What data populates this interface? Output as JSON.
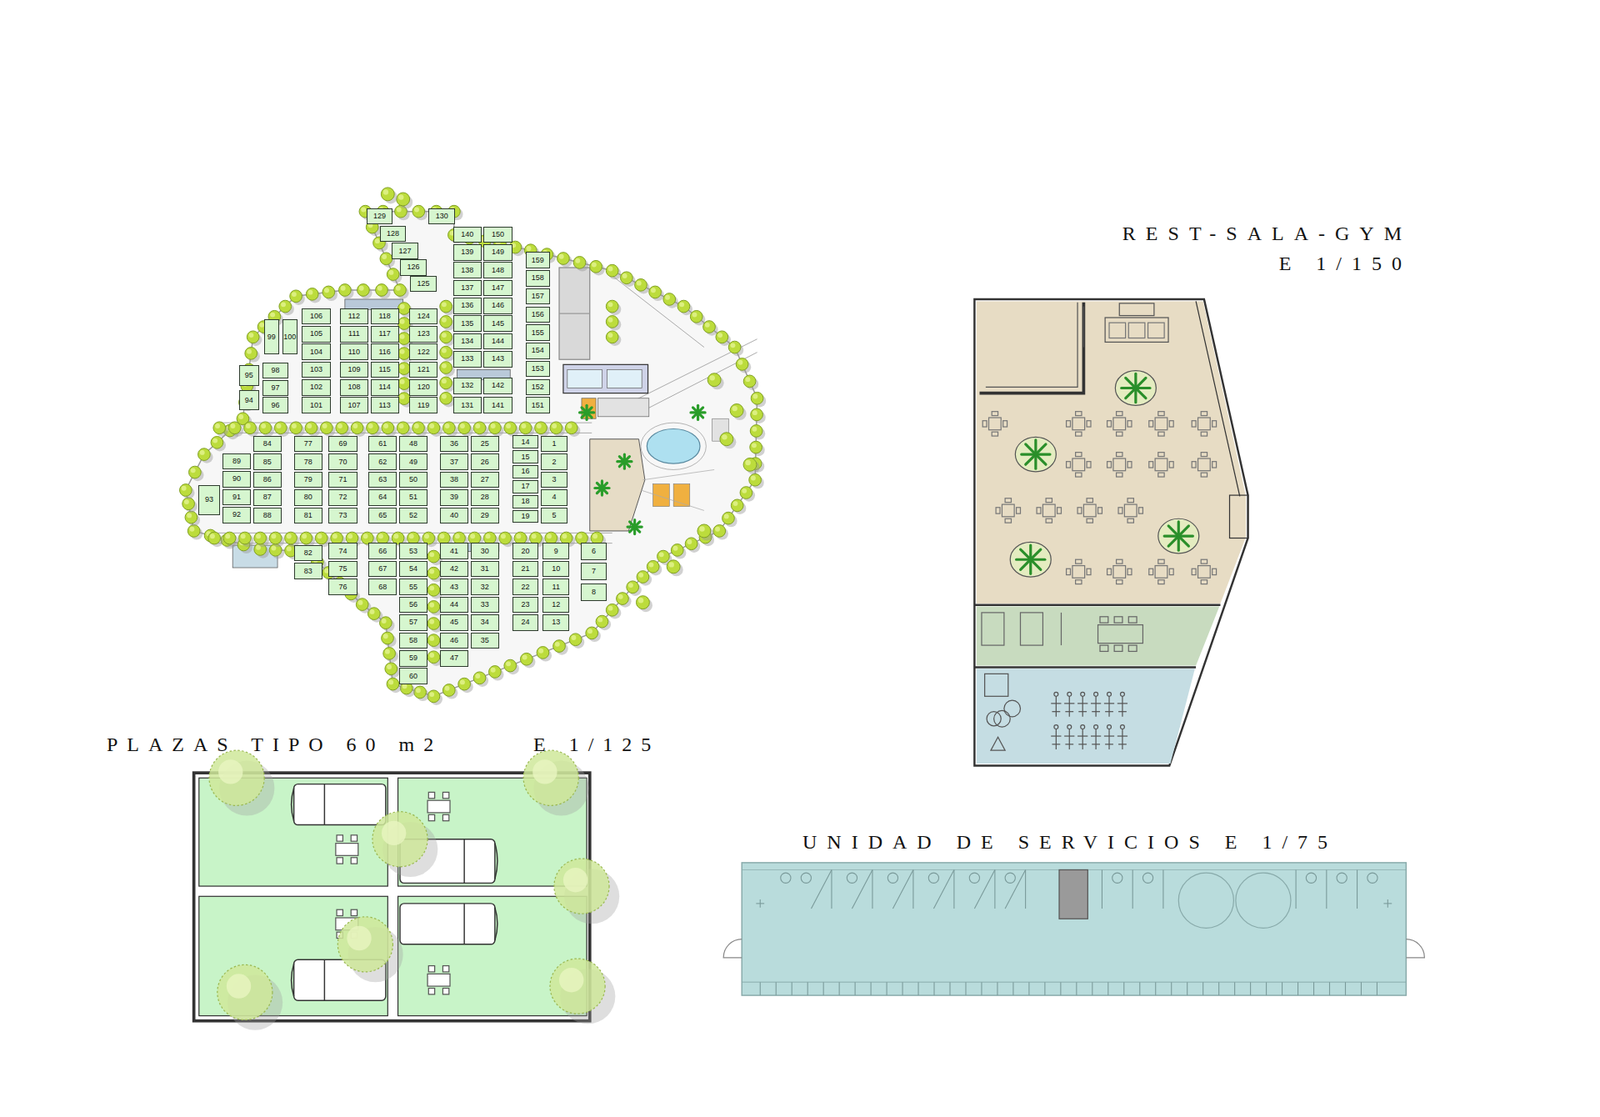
{
  "diagram": {
    "nodes": [
      {
        "text": [
          "1"
        ]
      },
      {
        "text": [
          "2"
        ]
      },
      {
        "text": [
          "3"
        ]
      },
      {
        "text": [
          "4"
        ]
      },
      {
        "text": [
          "5"
        ]
      },
      {
        "text": [
          "6"
        ]
      },
      {
        "text": [
          "7"
        ]
      },
      {
        "text": [
          "8"
        ]
      },
      {
        "text": [
          "9"
        ]
      },
      {
        "text": [
          "10"
        ]
      },
      {
        "text": [
          "11"
        ]
      },
      {
        "text": [
          "12"
        ]
      },
      {
        "text": [
          "13"
        ]
      },
      {
        "text": [
          "14"
        ]
      },
      {
        "text": [
          "15"
        ]
      },
      {
        "text": [
          "16"
        ]
      },
      {
        "text": [
          "17"
        ]
      },
      {
        "text": [
          "18"
        ]
      },
      {
        "text": [
          "19"
        ]
      },
      {
        "text": [
          "20"
        ]
      },
      {
        "text": [
          "21"
        ]
      },
      {
        "text": [
          "22"
        ]
      },
      {
        "text": [
          "23"
        ]
      },
      {
        "text": [
          "24"
        ]
      },
      {
        "text": [
          "25"
        ]
      },
      {
        "text": [
          "26"
        ]
      },
      {
        "text": [
          "27"
        ]
      },
      {
        "text": [
          "28"
        ]
      },
      {
        "text": [
          "29"
        ]
      },
      {
        "text": [
          "30"
        ]
      },
      {
        "text": [
          "31"
        ]
      },
      {
        "text": [
          "32"
        ]
      },
      {
        "text": [
          "33"
        ]
      },
      {
        "text": [
          "34"
        ]
      },
      {
        "text": [
          "35"
        ]
      },
      {
        "text": [
          "36"
        ]
      },
      {
        "text": [
          "37"
        ]
      },
      {
        "text": [
          "38"
        ]
      },
      {
        "text": [
          "39"
        ]
      },
      {
        "text": [
          "40"
        ]
      },
      {
        "text": [
          "41"
        ]
      },
      {
        "text": [
          "42"
        ]
      },
      {
        "text": [
          "43"
        ]
      },
      {
        "text": [
          "44"
        ]
      },
      {
        "text": [
          "45"
        ]
      },
      {
        "text": [
          "46"
        ]
      },
      {
        "text": [
          "47"
        ]
      },
      {
        "text": [
          "48"
        ]
      },
      {
        "text": [
          "49"
        ]
      },
      {
        "text": [
          "50"
        ]
      },
      {
        "text": [
          "51"
        ]
      },
      {
        "text": [
          "52"
        ]
      },
      {
        "text": [
          "53"
        ]
      },
      {
        "text": [
          "54"
        ]
      },
      {
        "text": [
          "55"
        ]
      },
      {
        "text": [
          "56"
        ]
      },
      {
        "text": [
          "57"
        ]
      },
      {
        "text": [
          "58"
        ]
      },
      {
        "text": [
          "59"
        ]
      },
      {
        "text": [
          "60"
        ]
      },
      {
        "text": [
          "61"
        ]
      },
      {
        "text": [
          "62"
        ]
      },
      {
        "text": [
          "63"
        ]
      },
      {
        "text": [
          "64"
        ]
      },
      {
        "text": [
          "65"
        ]
      },
      {
        "text": [
          "66"
        ]
      },
      {
        "text": [
          "67"
        ]
      },
      {
        "text": [
          "68"
        ]
      },
      {
        "text": [
          "69"
        ]
      },
      {
        "text": [
          "70"
        ]
      },
      {
        "text": [
          "71"
        ]
      },
      {
        "text": [
          "72"
        ]
      },
      {
        "text": [
          "73"
        ]
      },
      {
        "text": [
          "74"
        ]
      },
      {
        "text": [
          "75"
        ]
      },
      {
        "text": [
          "76"
        ]
      },
      {
        "text": [
          "77"
        ]
      },
      {
        "text": [
          "78"
        ]
      },
      {
        "text": [
          "79"
        ]
      },
      {
        "text": [
          "80"
        ]
      },
      {
        "text": [
          "81"
        ]
      },
      {
        "text": [
          "82"
        ]
      },
      {
        "text": [
          "83"
        ]
      },
      {
        "text": [
          "84"
        ]
      },
      {
        "text": [
          "85"
        ]
      },
      {
        "text": [
          "86"
        ]
      },
      {
        "text": [
          "87"
        ]
      },
      {
        "text": [
          "88"
        ]
      },
      {
        "text": [
          "89"
        ]
      },
      {
        "text": [
          "90"
        ]
      },
      {
        "text": [
          "91"
        ]
      },
      {
        "text": [
          "92"
        ]
      },
      {
        "text": [
          "93"
        ]
      },
      {
        "text": [
          "94"
        ]
      },
      {
        "text": [
          "95"
        ]
      },
      {
        "text": [
          "96"
        ]
      },
      {
        "text": [
          "97"
        ]
      },
      {
        "text": [
          "98"
        ]
      },
      {
        "text": [
          "99"
        ]
      },
      {
        "text": [
          "100"
        ]
      },
      {
        "text": [
          "101"
        ]
      },
      {
        "text": [
          "102"
        ]
      },
      {
        "text": [
          "103"
        ]
      },
      {
        "text": [
          "104"
        ]
      },
      {
        "text": [
          "105"
        ]
      },
      {
        "text": [
          "106"
        ]
      },
      {
        "text": [
          "107"
        ]
      },
      {
        "text": [
          "108"
        ]
      },
      {
        "text": [
          "109"
        ]
      },
      {
        "text": [
          "110"
        ]
      },
      {
        "text": [
          "111"
        ]
      },
      {
        "text": [
          "112"
        ]
      },
      {
        "text": [
          "113"
        ]
      },
      {
        "text": [
          "114"
        ]
      },
      {
        "text": [
          "115"
        ]
      },
      {
        "text": [
          "116"
        ]
      },
      {
        "text": [
          "117"
        ]
      },
      {
        "text": [
          "118"
        ]
      },
      {
        "text": [
          "119"
        ]
      },
      {
        "text": [
          "120"
        ]
      },
      {
        "text": [
          "121"
        ]
      },
      {
        "text": [
          "122"
        ]
      },
      {
        "text": [
          "123"
        ]
      },
      {
        "text": [
          "124"
        ]
      },
      {
        "text": [
          "125"
        ]
      },
      {
        "text": [
          "126"
        ]
      },
      {
        "text": [
          "127"
        ]
      },
      {
        "text": [
          "128"
        ]
      },
      {
        "text": [
          "129"
        ]
      },
      {
        "text": [
          "130"
        ]
      },
      {
        "text": [
          "131"
        ]
      },
      {
        "text": [
          "132"
        ]
      },
      {
        "text": [
          "133"
        ]
      },
      {
        "text": [
          "134"
        ]
      },
      {
        "text": [
          "135"
        ]
      },
      {
        "text": [
          "136"
        ]
      },
      {
        "text": [
          "137"
        ]
      },
      {
        "text": [
          "138"
        ]
      },
      {
        "text": [
          "139"
        ]
      },
      {
        "text": [
          "140"
        ]
      },
      {
        "text": [
          "141"
        ]
      },
      {
        "text": [
          "142"
        ]
      },
      {
        "text": [
          "143"
        ]
      },
      {
        "text": [
          "144"
        ]
      },
      {
        "text": [
          "145"
        ]
      },
      {
        "text": [
          "146"
        ]
      },
      {
        "text": [
          "147"
        ]
      },
      {
        "text": [
          "148"
        ]
      },
      {
        "text": [
          "149"
        ]
      },
      {
        "text": [
          "150"
        ]
      },
      {
        "text": [
          "151"
        ]
      },
      {
        "text": [
          "152"
        ]
      },
      {
        "text": [
          "153"
        ]
      },
      {
        "text": [
          "154"
        ]
      },
      {
        "text": [
          "155"
        ]
      },
      {
        "text": [
          "156"
        ]
      },
      {
        "text": [
          "157"
        ]
      },
      {
        "text": [
          "158"
        ]
      },
      {
        "text": [
          "159"
        ]
      }
    ],
    "labels": [
      "REST-SALA-GYM",
      "E 1/150",
      "PLAZAS TIPO 60 m2",
      "E 1/125",
      "UNIDAD DE SERVICIOS E 1/75"
    ]
  }
}
